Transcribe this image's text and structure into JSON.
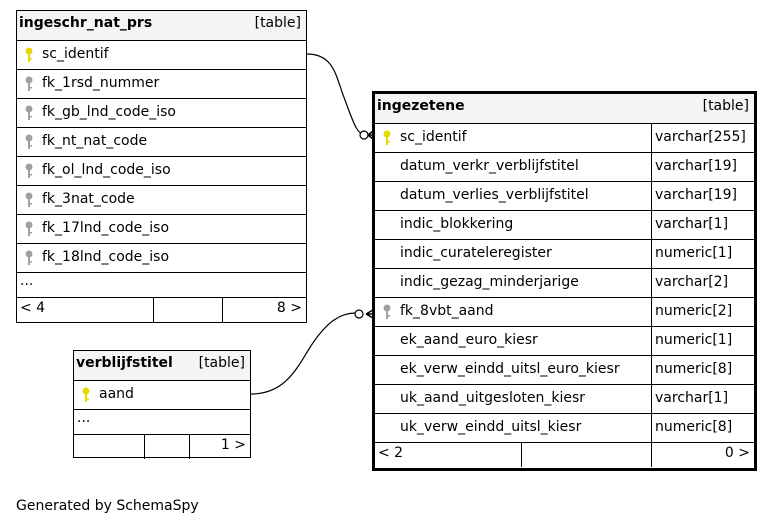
{
  "tables": {
    "ingeschr": {
      "name": "ingeschr_nat_prs",
      "kind": "[table]",
      "rows": [
        {
          "col": "sc_identif",
          "key": "primary"
        },
        {
          "col": "fk_1rsd_nummer",
          "key": "foreign"
        },
        {
          "col": "fk_gb_lnd_code_iso",
          "key": "foreign"
        },
        {
          "col": "fk_nt_nat_code",
          "key": "foreign"
        },
        {
          "col": "fk_ol_lnd_code_iso",
          "key": "foreign"
        },
        {
          "col": "fk_3nat_code",
          "key": "foreign"
        },
        {
          "col": "fk_17lnd_code_iso",
          "key": "foreign"
        },
        {
          "col": "fk_18lnd_code_iso",
          "key": "foreign"
        }
      ],
      "ellipsis": "...",
      "parents": "< 4",
      "children": "8 >"
    },
    "verblijf": {
      "name": "verblijfstitel",
      "kind": "[table]",
      "rows": [
        {
          "col": "aand",
          "key": "primary"
        }
      ],
      "ellipsis": "...",
      "parents": "",
      "children": "1 >"
    },
    "ingezetene": {
      "name": "ingezetene",
      "kind": "[table]",
      "rows": [
        {
          "col": "sc_identif",
          "type": "varchar[255]",
          "key": "primary"
        },
        {
          "col": "datum_verkr_verblijfstitel",
          "type": "varchar[19]",
          "key": ""
        },
        {
          "col": "datum_verlies_verblijfstitel",
          "type": "varchar[19]",
          "key": ""
        },
        {
          "col": "indic_blokkering",
          "type": "varchar[1]",
          "key": ""
        },
        {
          "col": "indic_curateleregister",
          "type": "numeric[1]",
          "key": ""
        },
        {
          "col": "indic_gezag_minderjarige",
          "type": "varchar[2]",
          "key": ""
        },
        {
          "col": "fk_8vbt_aand",
          "type": "numeric[2]",
          "key": "foreign"
        },
        {
          "col": "ek_aand_euro_kiesr",
          "type": "numeric[1]",
          "key": ""
        },
        {
          "col": "ek_verw_eindd_uitsl_euro_kiesr",
          "type": "numeric[8]",
          "key": ""
        },
        {
          "col": "uk_aand_uitgesloten_kiesr",
          "type": "varchar[1]",
          "key": ""
        },
        {
          "col": "uk_verw_eindd_uitsl_kiesr",
          "type": "numeric[8]",
          "key": ""
        }
      ],
      "parents": "< 2",
      "children": "0 >"
    }
  },
  "credit": "Generated by SchemaSpy",
  "colors": {
    "primary_key": "#e6d800",
    "foreign_key": "#a0a0a0",
    "header_bg": "#f4f4f4"
  }
}
